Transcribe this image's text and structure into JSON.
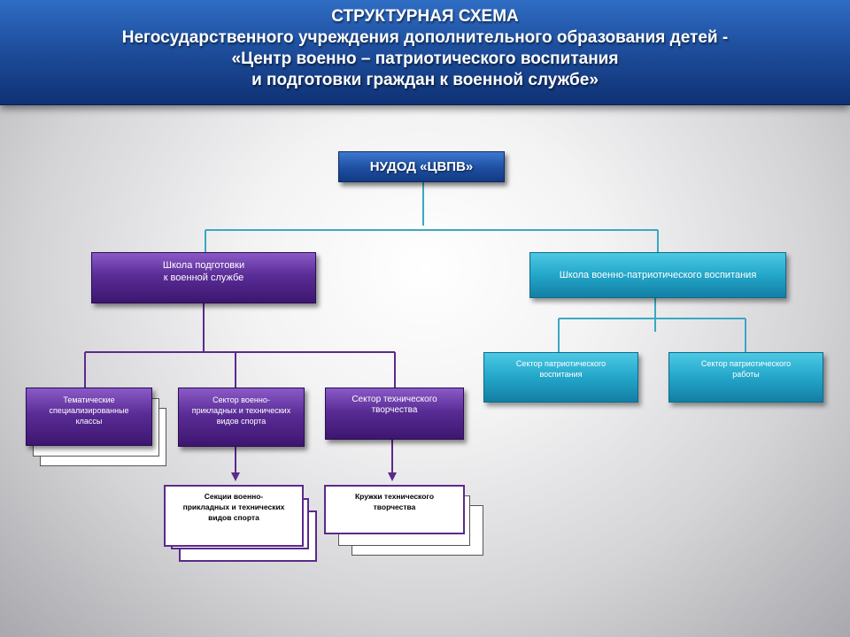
{
  "header": {
    "title": "СТРУКТУРНАЯ СХЕМА",
    "line2": "Негосударственного учреждения дополнительного образования детей -",
    "line3": "«Центр военно – патриотического воспитания",
    "line4": "и подготовки граждан к военной службе»"
  },
  "org": {
    "root": "НУДОД «ЦВПВ»",
    "school_military": "Школа подготовки\nк военной службе",
    "school_patriotic": "Школа военно-патриотического воспитания",
    "thematic_classes": "Тематические\nспециализированные\nклассы",
    "sector_applied_sports": "Сектор военно-\nприкладных и технических\nвидов спорта",
    "sector_technical": "Сектор технического\nтворчества",
    "sections_applied": "Секции военно-\nприкладных и технических\nвидов спорта",
    "technical_clubs": "Кружки технического\nтворчества",
    "sector_patriotic_education": "Сектор патриотического\nвоспитания",
    "sector_patriotic_work": "Сектор патриотического\nработы"
  },
  "colors": {
    "header": "#1e4f9e",
    "purple": "#5a2c96",
    "cyan": "#23a6c9",
    "line_cyan": "#3aa8c4",
    "line_purple": "#5b2a8c"
  }
}
